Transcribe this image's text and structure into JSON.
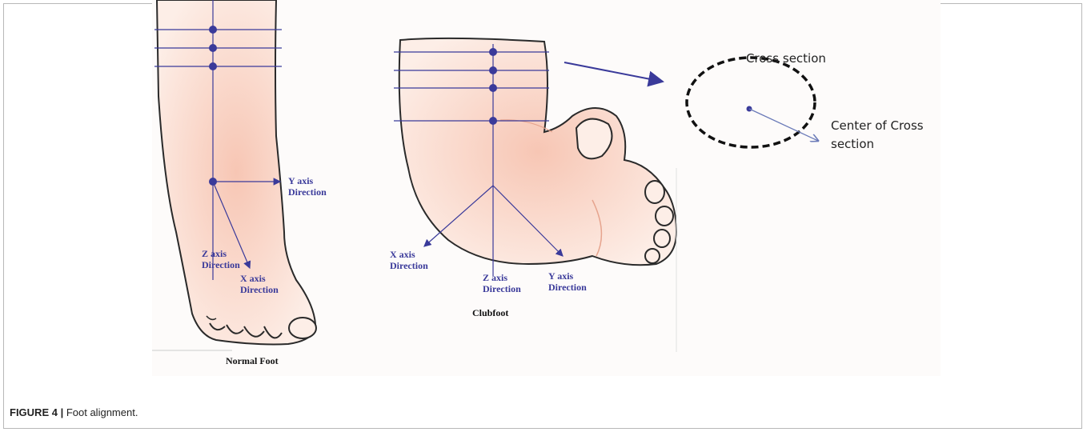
{
  "caption": {
    "figure_number": "FIGURE 4 |",
    "text": "Foot alignment."
  },
  "normal_foot": {
    "title": "Normal Foot",
    "y_axis_line1": "Y axis",
    "y_axis_line2": "Direction",
    "z_axis_line1": "Z axis",
    "z_axis_line2": "Direction",
    "x_axis_line1": "X axis",
    "x_axis_line2": "Direction"
  },
  "clubfoot": {
    "title": "Clubfoot",
    "x_axis_line1": "X axis",
    "x_axis_line2": "Direction",
    "z_axis_line1": "Z axis",
    "z_axis_line2": "Direction",
    "y_axis_line1": "Y axis",
    "y_axis_line2": "Direction"
  },
  "cross_section": {
    "title": "Cross section",
    "center_line1": "Center of Cross",
    "center_line2": "section"
  },
  "colors": {
    "axis": "#3a3a9a",
    "skin": "#fbe3d8",
    "skin_shade": "#f3b9a6",
    "outline": "#2a2a2a"
  }
}
